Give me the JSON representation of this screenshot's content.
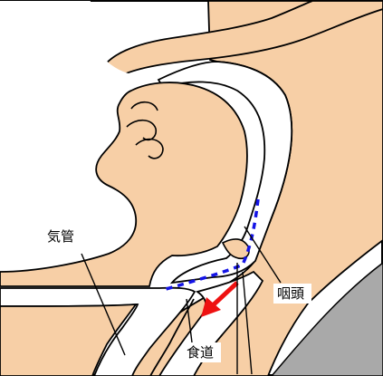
{
  "labels": {
    "trachea": "気管",
    "pharynx": "咽頭",
    "esophagus": "食道"
  },
  "colors": {
    "skin": "#f7cfa6",
    "outline": "#000000",
    "airway": "#ffffff",
    "dashed_path": "#1414e6",
    "arrow": "#ee1111",
    "surface": "#a9a9a9"
  }
}
